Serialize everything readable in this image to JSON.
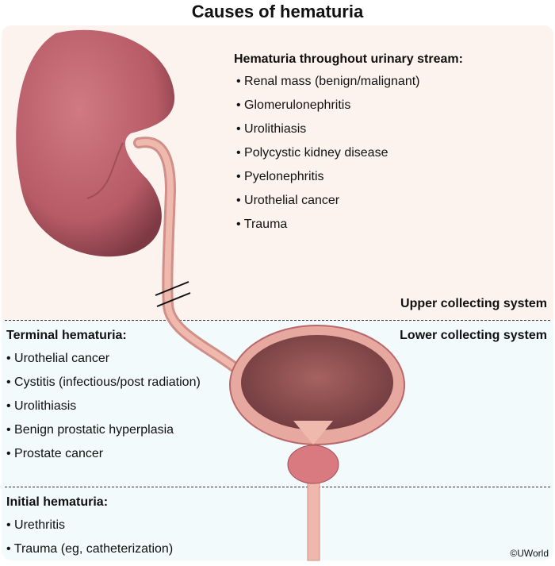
{
  "title": "Causes of hematuria",
  "upper": {
    "heading": "Hematuria throughout urinary stream:",
    "items": [
      "Renal mass (benign/malignant)",
      "Glomerulonephritis",
      "Urolithiasis",
      "Polycystic kidney disease",
      "Pyelonephritis",
      "Urothelial cancer",
      "Trauma"
    ],
    "label": "Upper collecting system"
  },
  "lower": {
    "label": "Lower collecting system",
    "terminal": {
      "heading": "Terminal hematuria:",
      "items": [
        "Urothelial cancer",
        "Cystitis (infectious/post radiation)",
        "Urolithiasis",
        "Benign prostatic hyperplasia",
        "Prostate cancer"
      ]
    },
    "initial": {
      "heading": "Initial hematuria:",
      "items": [
        "Urethritis",
        "Trauma (eg, catheterization)"
      ]
    }
  },
  "copyright": "©UWorld",
  "colors": {
    "upper_bg": "#fdf3ee",
    "lower_bg": "#f3fafc",
    "kidney": "#b75b67",
    "ureter": "#e9aaa0",
    "bladder_inner": "#8a4a4f"
  }
}
